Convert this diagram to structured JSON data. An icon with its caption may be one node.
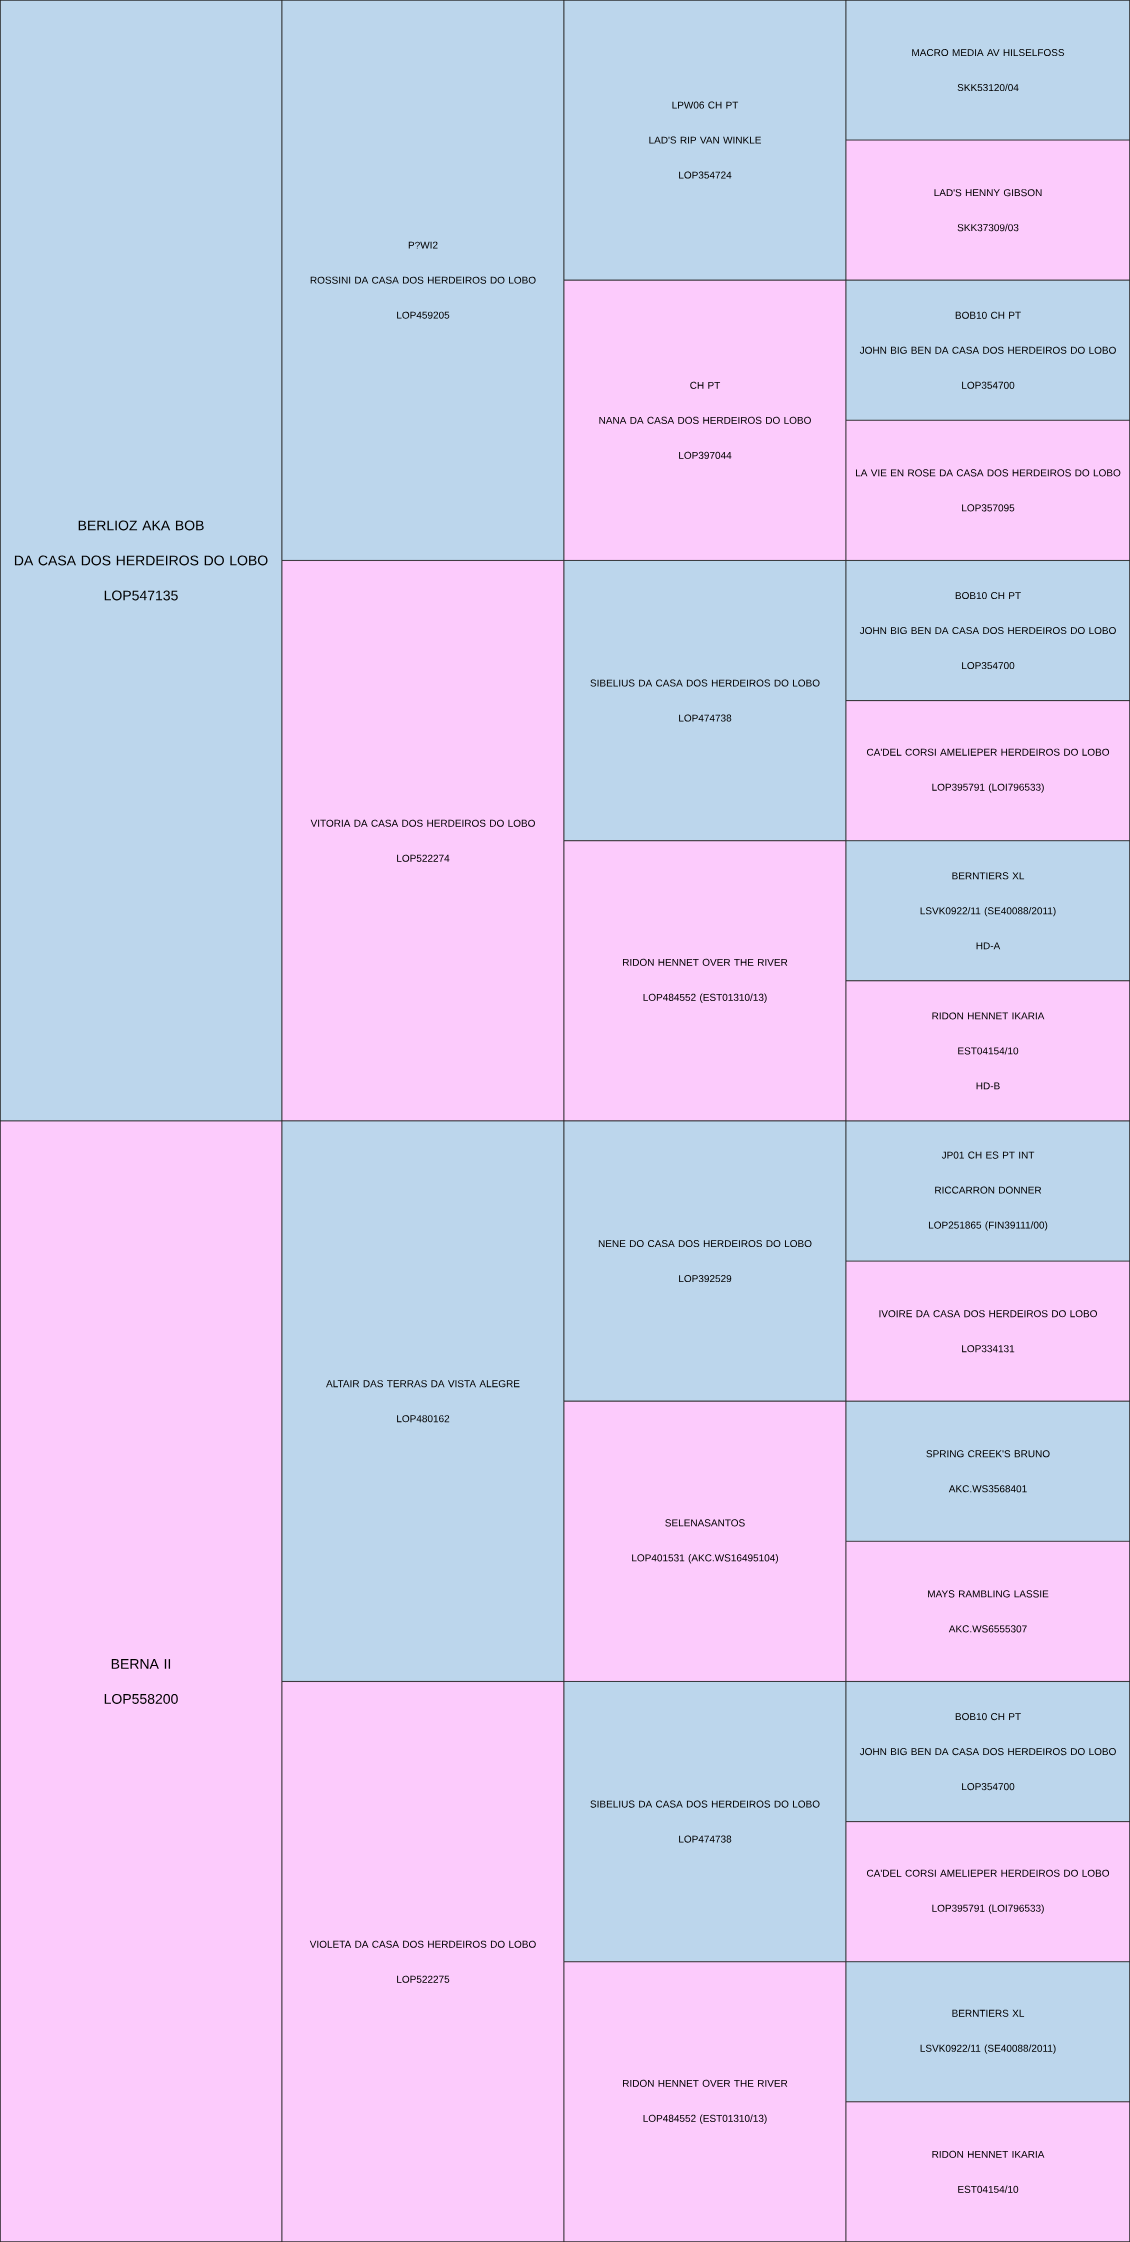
{
  "diagram": {
    "nodes": [
      {
        "text": [
          "BERLIOZ AKA BOB",
          "DA CASA DOS HERDEIROS DO LOBO",
          "LOP547135"
        ]
      },
      {
        "text": [
          "BERNA II",
          "LOP558200"
        ]
      },
      {
        "text": [
          "P?WI2",
          "ROSSINI DA CASA DOS HERDEIROS DO LOBO",
          "LOP459205"
        ]
      },
      {
        "text": [
          "VITORIA DA CASA DOS HERDEIROS DO LOBO",
          "LOP522274"
        ]
      },
      {
        "text": [
          "ALTAIR DAS TERRAS DA VISTA ALEGRE",
          "LOP480162"
        ]
      },
      {
        "text": [
          "VIOLETA DA CASA DOS HERDEIROS DO LOBO",
          "LOP522275"
        ]
      },
      {
        "text": [
          "LPW06 CH PT",
          "LAD'S RIP VAN WINKLE",
          "LOP354724"
        ]
      },
      {
        "text": [
          "CH PT",
          "NANA DA CASA DOS HERDEIROS DO LOBO",
          "LOP397044"
        ]
      },
      {
        "text": [
          "SIBELIUS DA CASA DOS HERDEIROS DO LOBO",
          "LOP474738"
        ]
      },
      {
        "text": [
          "RIDON HENNET OVER THE RIVER",
          "LOP484552 (EST01310/13)"
        ]
      },
      {
        "text": [
          "NENE DO CASA DOS HERDEIROS DO LOBO",
          "LOP392529"
        ]
      },
      {
        "text": [
          "SELENASANTOS",
          "LOP401531 (AKC.WS16495104)"
        ]
      },
      {
        "text": [
          "SIBELIUS DA CASA DOS HERDEIROS DO LOBO",
          "LOP474738"
        ]
      },
      {
        "text": [
          "RIDON HENNET OVER THE RIVER",
          "LOP484552 (EST01310/13)"
        ]
      },
      {
        "text": [
          "MACRO MEDIA AV HILSELFOSS",
          "SKK53120/04"
        ]
      },
      {
        "text": [
          "LAD'S HENNY GIBSON",
          "SKK37309/03"
        ]
      },
      {
        "text": [
          "BOB10 CH PT",
          "JOHN BIG BEN DA CASA DOS HERDEIROS DO LOBO",
          "LOP354700"
        ]
      },
      {
        "text": [
          "LA VIE EN ROSE DA CASA DOS HERDEIROS DO LOBO",
          "LOP357095"
        ]
      },
      {
        "text": [
          "BOB10 CH PT",
          "JOHN BIG BEN DA CASA DOS HERDEIROS DO LOBO",
          "LOP354700"
        ]
      },
      {
        "text": [
          "CA'DEL CORSI AMELIEPER HERDEIROS DO LOBO",
          "LOP395791 (LOI796533)"
        ]
      },
      {
        "text": [
          "BERNTIERS XL",
          "LSVK0922/11 (SE40088/2011)",
          "HD-A"
        ]
      },
      {
        "text": [
          "RIDON HENNET IKARIA",
          "EST04154/10",
          "HD-B"
        ]
      },
      {
        "text": [
          "JP01 CH ES PT INT",
          "RICCARRON DONNER",
          "LOP251865 (FIN39111/00)"
        ]
      },
      {
        "text": [
          "IVOIRE DA CASA DOS HERDEIROS DO LOBO",
          "LOP334131"
        ]
      },
      {
        "text": [
          "SPRING CREEK'S BRUNO",
          "AKC.WS3568401"
        ]
      },
      {
        "text": [
          "MAYS RAMBLING LASSIE",
          "AKC.WS6555307"
        ]
      },
      {
        "text": [
          "BOB10 CH PT",
          "JOHN BIG BEN DA CASA DOS HERDEIROS DO LOBO",
          "LOP354700"
        ]
      },
      {
        "text": [
          "CA'DEL CORSI AMELIEPER HERDEIROS DO LOBO",
          "LOP395791 (LOI796533)"
        ]
      },
      {
        "text": [
          "BERNTIERS XL",
          "LSVK0922/11 (SE40088/2011)"
        ]
      },
      {
        "text": [
          "RIDON HENNET IKARIA",
          "EST04154/10"
        ]
      }
    ]
  }
}
